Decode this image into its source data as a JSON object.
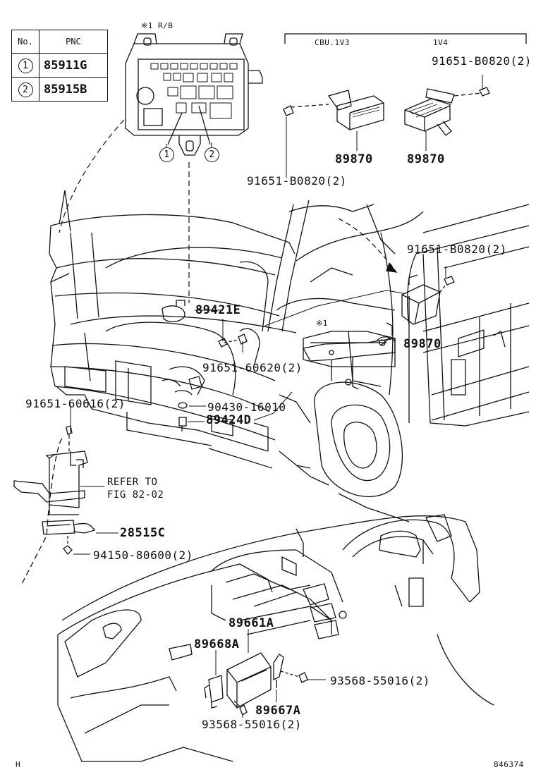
{
  "pnc_table": {
    "header_no": "No.",
    "header_pnc": "PNC",
    "rows": [
      {
        "no": "1",
        "pnc": "85911G"
      },
      {
        "no": "2",
        "pnc": "85915B"
      }
    ]
  },
  "notes": {
    "rb": "※1 R/B",
    "star1": "※1",
    "cbu": "CBU.1V3",
    "iv4": "1V4",
    "refer": "REFER TO",
    "fig": "FIG 82-02"
  },
  "callouts": {
    "c1": "1",
    "c2": "2"
  },
  "parts": {
    "p_91651_b0820_top_right": "91651-B0820(2)",
    "p_89870_left": "89870",
    "p_89870_right": "89870",
    "p_91651_b0820_mid": "91651-B0820(2)",
    "p_91651_b0820_side": "91651-B0820(2)",
    "p_89870_side": "89870",
    "p_89421e": "89421E",
    "p_91651_60620": "91651-60620(2)",
    "p_91651_60616": "91651-60616(2)",
    "p_90430_16010": "90430-16010",
    "p_89424d": "89424D",
    "p_28515c": "28515C",
    "p_94150_80600": "94150-80600(2)",
    "p_89661a": "89661A",
    "p_89668a": "89668A",
    "p_93568_55016_right": "93568-55016(2)",
    "p_89667a": "89667A",
    "p_93568_55016_bottom": "93568-55016(2)"
  },
  "footer": {
    "left": "H",
    "right": "846374"
  }
}
